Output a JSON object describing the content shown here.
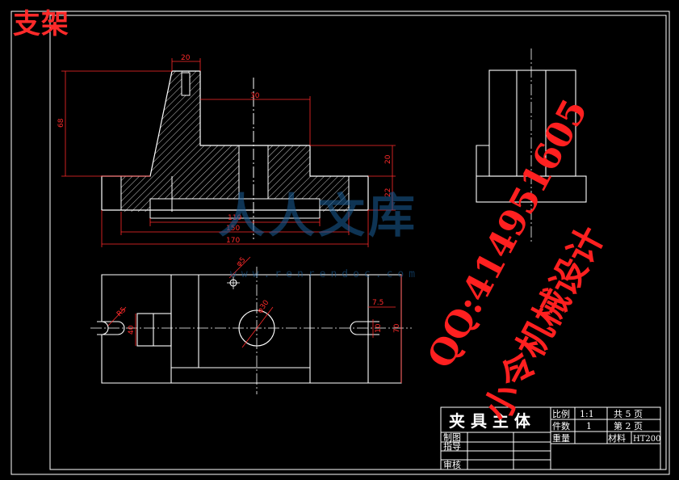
{
  "title": "支架",
  "watermark": {
    "site": "人人文库",
    "url": "www.renrendoc.com",
    "qq": "QQ:414951605",
    "name": "小令机械设计"
  },
  "dimensions": {
    "d20_top": "20",
    "d30": "30",
    "d68": "68",
    "d20_right": "20",
    "d22": "22",
    "d110": "110",
    "d150": "150",
    "d170": "170",
    "phi5": "φ5",
    "r5": "R5",
    "d40": "40",
    "d7_5": "7.5",
    "phi30": "φ30",
    "d10": "10",
    "d70": "70"
  },
  "title_block": {
    "name": "夹 具 主 体",
    "scale_label": "比例",
    "scale_value": "1:1",
    "count_label": "件数",
    "count_value": "1",
    "weight_label": "重量",
    "total_sheets": "共 5 页",
    "sheet_no": "第 2 页",
    "material_label": "材料",
    "material_value": "HT200",
    "drawn_label": "制图",
    "guide_label": "指导",
    "review_label": "审核"
  }
}
